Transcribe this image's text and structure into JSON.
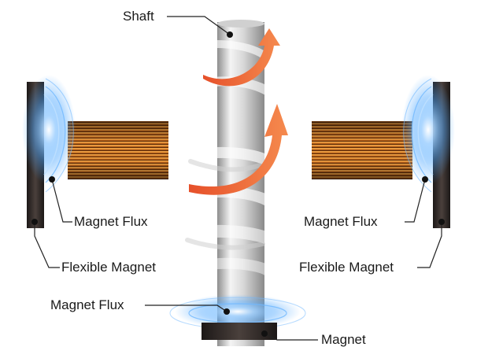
{
  "labels": {
    "shaft": "Shaft",
    "left_flux": "Magnet Flux",
    "left_magnet": "Flexible Magnet",
    "right_flux": "Magnet Flux",
    "right_magnet": "Flexible Magnet",
    "bottom_flux": "Magnet Flux",
    "bottom_magnet": "Magnet"
  },
  "colors": {
    "arrow": "#f06a3a",
    "coil_dark": "#5a2a08",
    "coil_light": "#f0a040",
    "magnet": "#2a2422",
    "flux_glow": "#4fa8ff",
    "shaft_light": "#f2f2f2",
    "shaft_dark": "#9a9a9a"
  }
}
